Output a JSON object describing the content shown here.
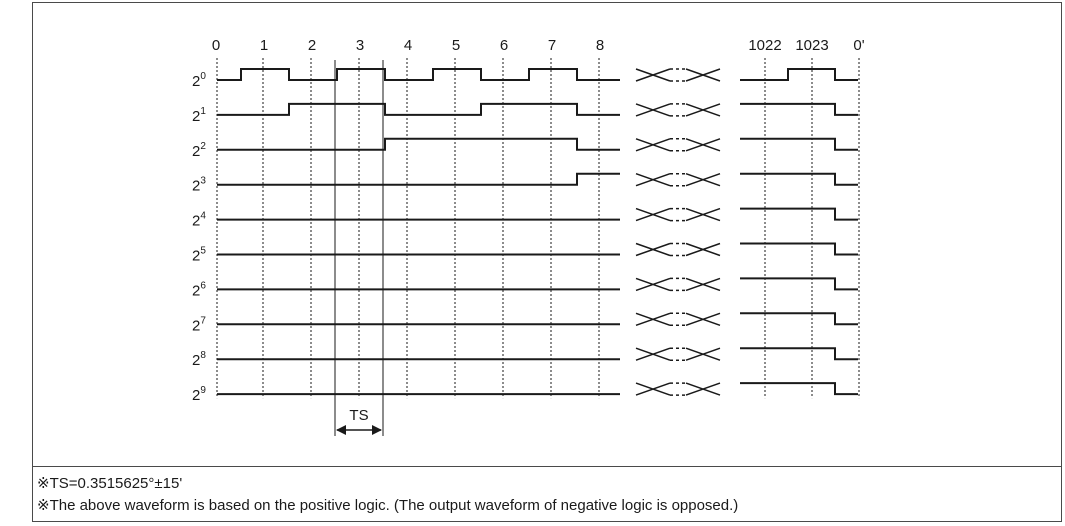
{
  "diagram": {
    "title": "",
    "position_labels": [
      "0",
      "1",
      "2",
      "3",
      "4",
      "5",
      "6",
      "7",
      "8"
    ],
    "end_labels": [
      "1022",
      "1023",
      "0'"
    ],
    "bits": [
      {
        "base": "2",
        "exp": "0",
        "early": [
          0,
          1,
          0,
          1,
          0,
          1,
          0,
          1,
          0
        ],
        "late": [
          0,
          1,
          0
        ]
      },
      {
        "base": "2",
        "exp": "1",
        "early": [
          0,
          0,
          1,
          1,
          0,
          0,
          1,
          1,
          0
        ],
        "late": [
          1,
          1,
          0
        ]
      },
      {
        "base": "2",
        "exp": "2",
        "early": [
          0,
          0,
          0,
          0,
          1,
          1,
          1,
          1,
          0
        ],
        "late": [
          1,
          1,
          0
        ]
      },
      {
        "base": "2",
        "exp": "3",
        "early": [
          0,
          0,
          0,
          0,
          0,
          0,
          0,
          0,
          1
        ],
        "late": [
          1,
          1,
          0
        ]
      },
      {
        "base": "2",
        "exp": "4",
        "early": [
          0,
          0,
          0,
          0,
          0,
          0,
          0,
          0,
          0
        ],
        "late": [
          1,
          1,
          0
        ]
      },
      {
        "base": "2",
        "exp": "5",
        "early": [
          0,
          0,
          0,
          0,
          0,
          0,
          0,
          0,
          0
        ],
        "late": [
          1,
          1,
          0
        ]
      },
      {
        "base": "2",
        "exp": "6",
        "early": [
          0,
          0,
          0,
          0,
          0,
          0,
          0,
          0,
          0
        ],
        "late": [
          1,
          1,
          0
        ]
      },
      {
        "base": "2",
        "exp": "7",
        "early": [
          0,
          0,
          0,
          0,
          0,
          0,
          0,
          0,
          0
        ],
        "late": [
          1,
          1,
          0
        ]
      },
      {
        "base": "2",
        "exp": "8",
        "early": [
          0,
          0,
          0,
          0,
          0,
          0,
          0,
          0,
          0
        ],
        "late": [
          1,
          1,
          0
        ]
      },
      {
        "base": "2",
        "exp": "9",
        "early": [
          0,
          0,
          0,
          0,
          0,
          0,
          0,
          0,
          0
        ],
        "late": [
          1,
          1,
          0
        ]
      }
    ],
    "ts_label": "TS"
  },
  "notes": {
    "line1": "※TS=0.3515625°±15'",
    "line2": "※The above waveform is based on the positive logic. (The output waveform of negative logic is opposed.)"
  },
  "colors": {
    "line": "#1a1a1a",
    "border": "#4a4a4a"
  }
}
